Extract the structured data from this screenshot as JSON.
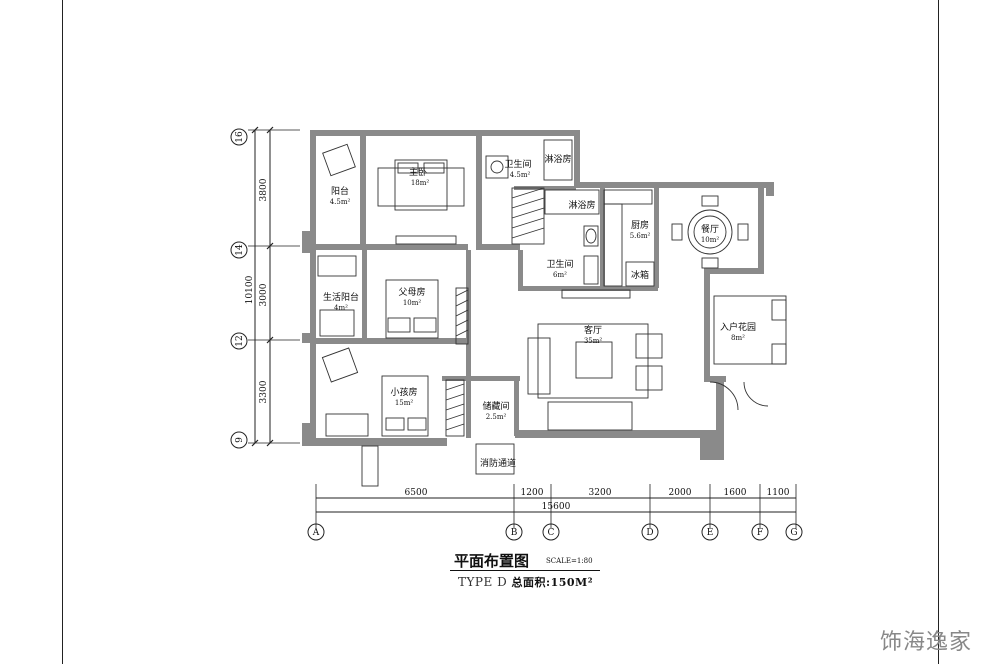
{
  "rooms": [
    {
      "name": "主卧",
      "area": "18m²"
    },
    {
      "name": "卫生间",
      "area": "4.5m²"
    },
    {
      "name": "淋浴房",
      "area": ""
    },
    {
      "name": "阳台",
      "area": "4.5m²"
    },
    {
      "name": "淋浴房",
      "area": ""
    },
    {
      "name": "厨房",
      "area": "5.6m²"
    },
    {
      "name": "餐厅",
      "area": "10m²"
    },
    {
      "name": "卫生间",
      "area": "6m²"
    },
    {
      "name": "冰箱",
      "area": ""
    },
    {
      "name": "生活阳台",
      "area": "4m²"
    },
    {
      "name": "父母房",
      "area": "10m²"
    },
    {
      "name": "客厅",
      "area": "35m²"
    },
    {
      "name": "入户花园",
      "area": "8m²"
    },
    {
      "name": "小孩房",
      "area": "15m²"
    },
    {
      "name": "储藏间",
      "area": "2.5m²"
    },
    {
      "name": "消防通道",
      "area": ""
    }
  ],
  "dimensions": {
    "vertical": [
      "3800",
      "3000",
      "3300"
    ],
    "vertical_total": "10100",
    "horizontal": [
      "6500",
      "1200",
      "3200",
      "2000",
      "1600",
      "1100"
    ],
    "horizontal_total": "15600"
  },
  "axes": {
    "vertical": [
      "16",
      "14",
      "12",
      "9"
    ],
    "horizontal": [
      "A",
      "B",
      "C",
      "D",
      "E",
      "F",
      "G"
    ]
  },
  "title": {
    "main": "平面布置图",
    "scale": "SCALE=1:80",
    "type": "TYPE D",
    "area_label": "总面积:150M²"
  },
  "watermark": "饰海逸家"
}
